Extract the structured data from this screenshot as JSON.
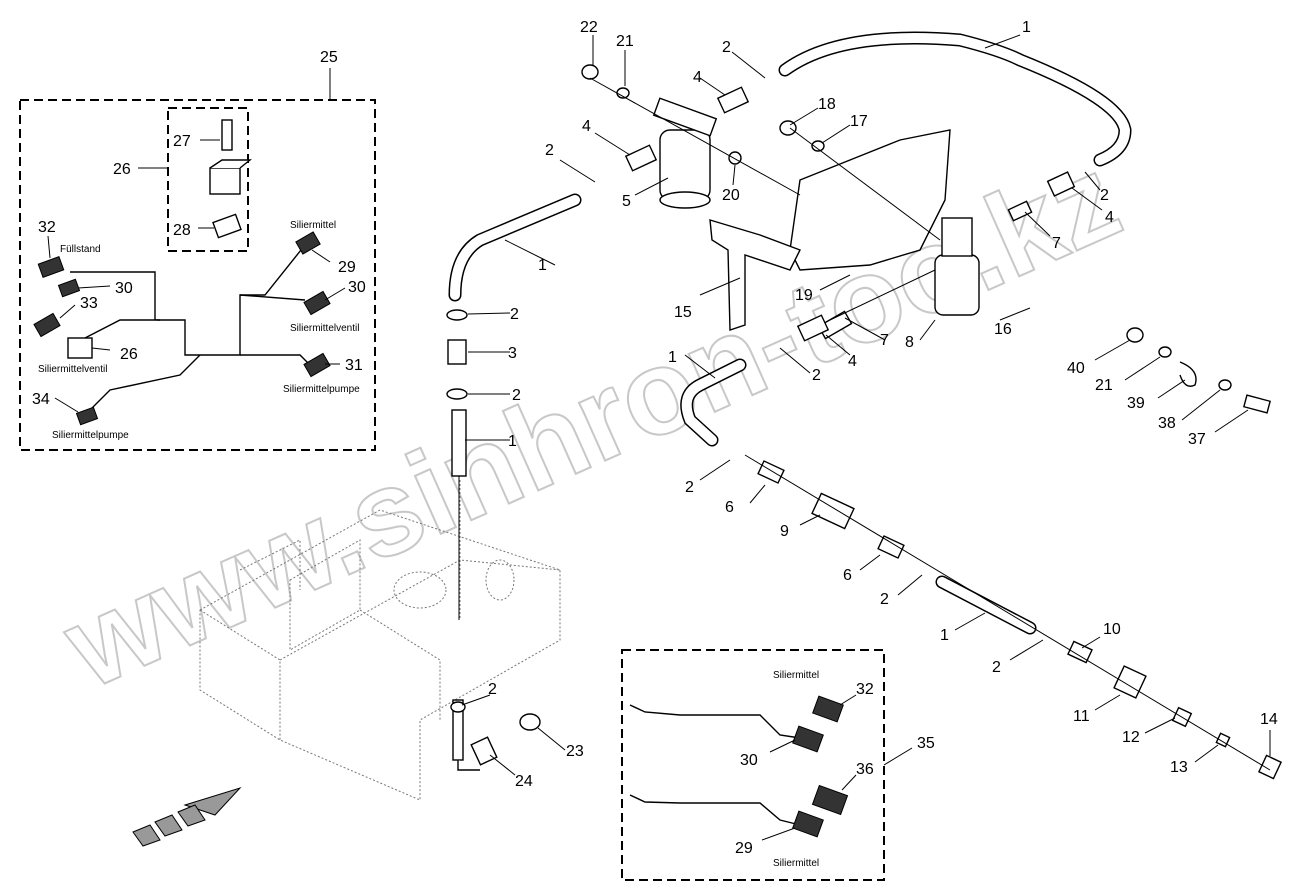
{
  "diagram": {
    "watermark": "www.sinhron-too.kz",
    "callouts": [
      "1",
      "2",
      "3",
      "4",
      "5",
      "6",
      "7",
      "8",
      "9",
      "10",
      "11",
      "12",
      "13",
      "14",
      "15",
      "16",
      "17",
      "18",
      "19",
      "20",
      "21",
      "22",
      "23",
      "24",
      "25",
      "26",
      "27",
      "28",
      "29",
      "30",
      "31",
      "32",
      "33",
      "34",
      "35",
      "36",
      "37",
      "38",
      "39",
      "40"
    ],
    "labels": {
      "fullstand": "Füllstand",
      "siliermittel": "Siliermittel",
      "siliermittelventil": "Siliermittelventil",
      "siliermittelpumpe": "Siliermittelpumpe"
    }
  }
}
